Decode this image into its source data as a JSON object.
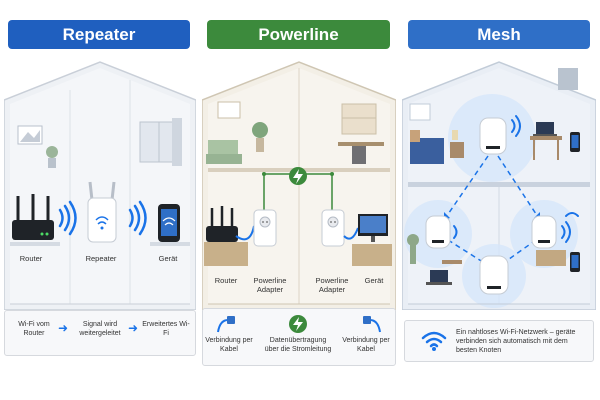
{
  "colors": {
    "repeater": "#1f5fbf",
    "powerline": "#3c8a3c",
    "mesh": "#2f6fc7",
    "signal": "#1a73e8"
  },
  "repeater": {
    "title": "Repeater",
    "devices": [
      "Router",
      "Repeater",
      "Gerät"
    ],
    "steps": [
      "Wi-Fi vom Router",
      "Signal wird weitergeleitet",
      "Erweitertes Wi-Fi"
    ]
  },
  "powerline": {
    "title": "Powerline",
    "devices": [
      "Router",
      "Powerline Adapter",
      "Powerline Adapter",
      "Gerät"
    ],
    "steps": [
      "Verbindung per Kabel",
      "Datenübertragung über die Stromleitung",
      "Verbindung per Kabel"
    ]
  },
  "mesh": {
    "title": "Mesh",
    "note": "Ein nahtloses Wi-Fi-Netzwerk – geräte verbinden sich automatisch mit dem besten Knoten"
  },
  "icons": [
    "router-icon",
    "repeater-icon",
    "phone-icon",
    "powerline-adapter-icon",
    "ethernet-cable-icon",
    "lightning-icon",
    "mesh-node-icon",
    "wifi-icon",
    "laptop-icon",
    "monitor-icon"
  ]
}
